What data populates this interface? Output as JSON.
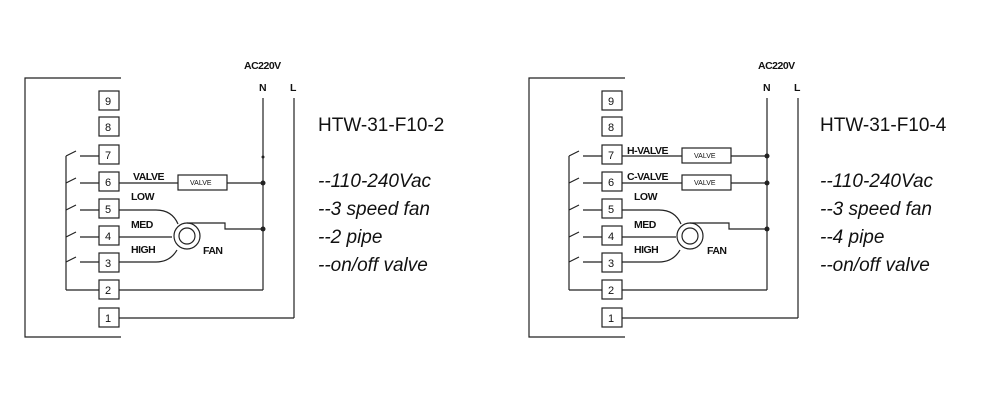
{
  "left": {
    "supply": {
      "title": "AC220V",
      "n": "N",
      "l": "L"
    },
    "terminals": [
      "9",
      "8",
      "7",
      "6",
      "5",
      "4",
      "3",
      "2",
      "1"
    ],
    "valve_label": "VALVE",
    "valve_box": "VALVE",
    "low": "LOW",
    "med": "MED",
    "high": "HIGH",
    "fan": "FAN",
    "model": "HTW-31-F10-2",
    "specs": [
      "--110-240Vac",
      "--3 speed fan",
      "--2 pipe",
      "--on/off valve"
    ]
  },
  "right": {
    "supply": {
      "title": "AC220V",
      "n": "N",
      "l": "L"
    },
    "terminals": [
      "9",
      "8",
      "7",
      "6",
      "5",
      "4",
      "3",
      "2",
      "1"
    ],
    "h_valve_label": "H-VALVE",
    "c_valve_label": "C-VALVE",
    "valve_box_1": "VALVE",
    "valve_box_2": "VALVE",
    "low": "LOW",
    "med": "MED",
    "high": "HIGH",
    "fan": "FAN",
    "model": "HTW-31-F10-4",
    "specs": [
      "--110-240Vac",
      "--3 speed fan",
      "--4 pipe",
      "--on/off valve"
    ]
  }
}
